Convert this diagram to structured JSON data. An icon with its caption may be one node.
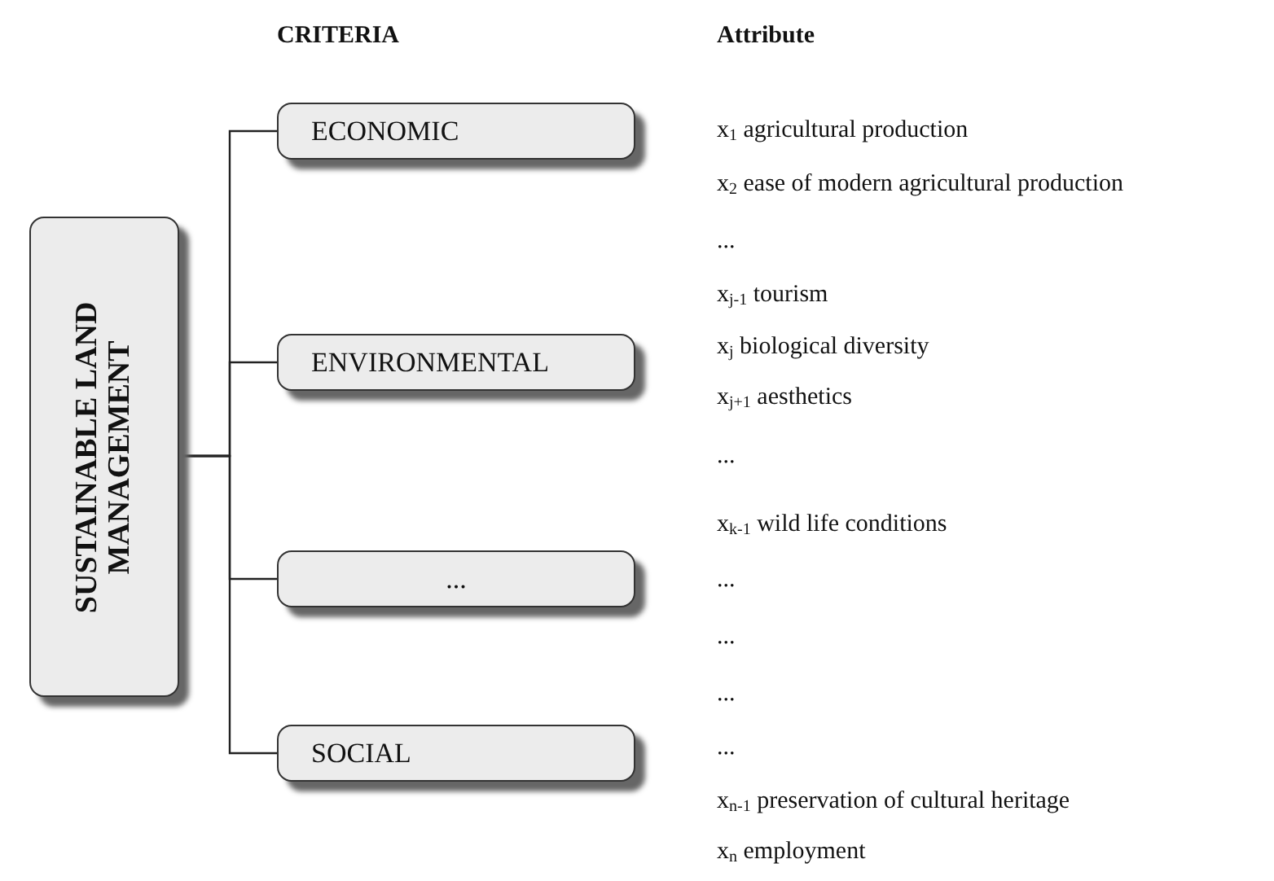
{
  "diagram": {
    "nodes": [
      {
        "text": [
          "SUSTAINABLE LAND MANAGEMENT"
        ]
      },
      {
        "text": [
          "ECONOMIC"
        ]
      },
      {
        "text": [
          "ENVIRONMENTAL"
        ]
      },
      {
        "text": [
          "..."
        ]
      },
      {
        "text": [
          "SOCIAL"
        ]
      }
    ],
    "edges": [
      {
        "from": 0,
        "to": 1,
        "arrow": "none"
      },
      {
        "from": 0,
        "to": 2,
        "arrow": "none"
      },
      {
        "from": 0,
        "to": 3,
        "arrow": "none"
      },
      {
        "from": 0,
        "to": 4,
        "arrow": "none"
      }
    ],
    "labels": [
      "CRITERIA",
      "Attribute",
      "x$_{1}$ agricultural production",
      "x$_{2}$ ease of modern agricultural production",
      "...",
      "x$_{j-1}$ tourism",
      "x$_{j}$ biological diversity",
      "x$_{j+1}$ aesthetics",
      "...",
      "x$_{k-1}$ wild life conditions",
      "...",
      "...",
      "...",
      "...",
      "x$_{n-1}$ preservation of cultural heritage",
      "x$_{n}$ employment"
    ]
  }
}
